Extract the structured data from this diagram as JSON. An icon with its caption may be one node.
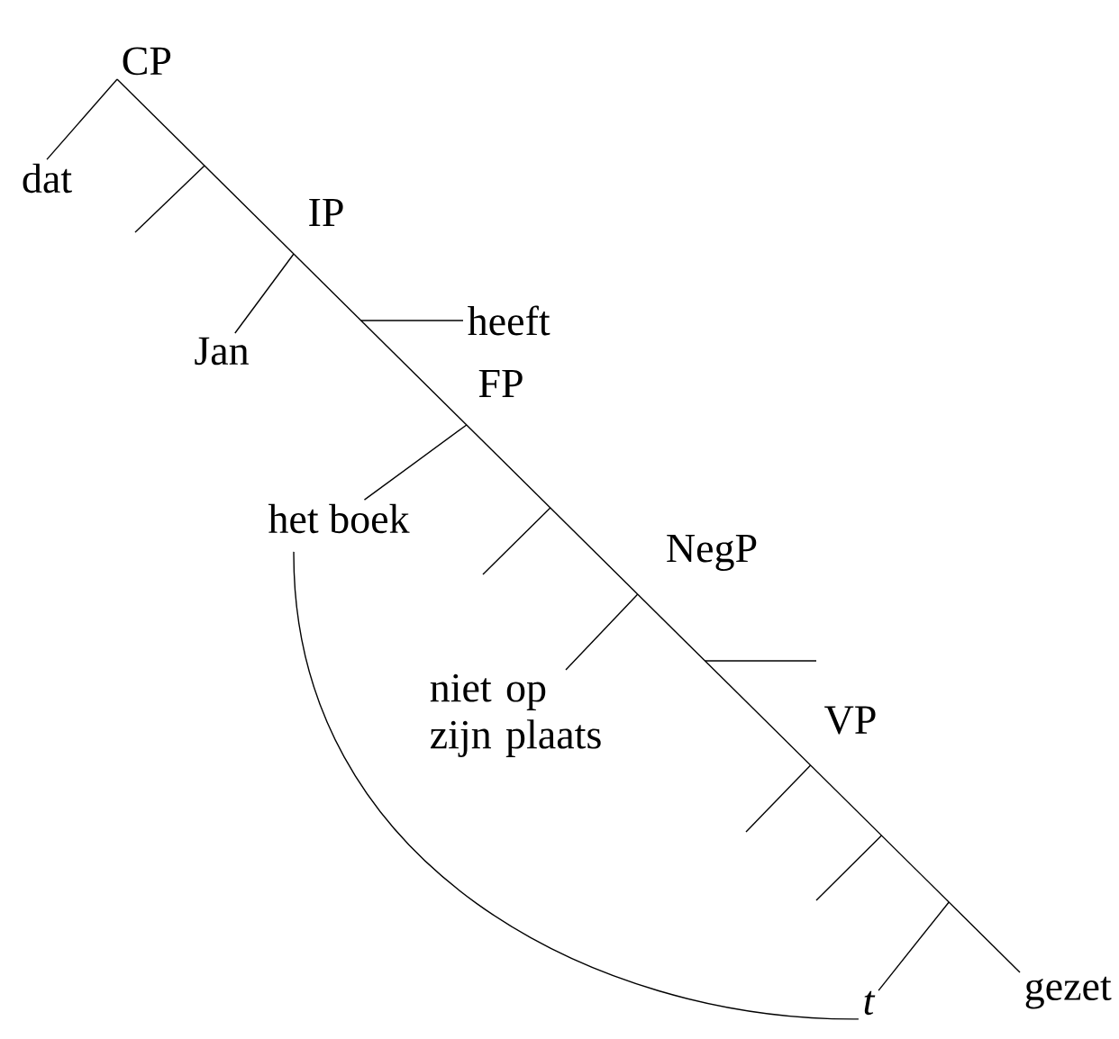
{
  "diagram": {
    "nodes": [
      {
        "text": [
          "CP"
        ]
      },
      {
        "text": [
          "dat"
        ]
      },
      {
        "text": [
          "Jan"
        ]
      },
      {
        "text": [
          "heeft"
        ]
      },
      {
        "text": [
          "het boek"
        ]
      },
      {
        "text": [
          "niet op zijn plaats"
        ]
      },
      {
        "text": [
          "t"
        ]
      },
      {
        "text": [
          "gezet"
        ]
      }
    ],
    "edges": [
      {
        "from": 0,
        "to": 1,
        "arrow": "none"
      },
      {
        "from": 0,
        "to": 7,
        "arrow": "none"
      },
      {
        "from": null,
        "to": 2,
        "arrow": "none"
      },
      {
        "from": null,
        "to": 3,
        "arrow": "none"
      },
      {
        "from": null,
        "to": 4,
        "arrow": "none"
      },
      {
        "from": null,
        "to": 5,
        "arrow": "none"
      },
      {
        "from": null,
        "to": 6,
        "arrow": "none"
      },
      {
        "from": 4,
        "to": 6,
        "arrow": "none"
      }
    ],
    "labels": [
      "IP",
      "FP",
      "NegP",
      "VP"
    ]
  }
}
